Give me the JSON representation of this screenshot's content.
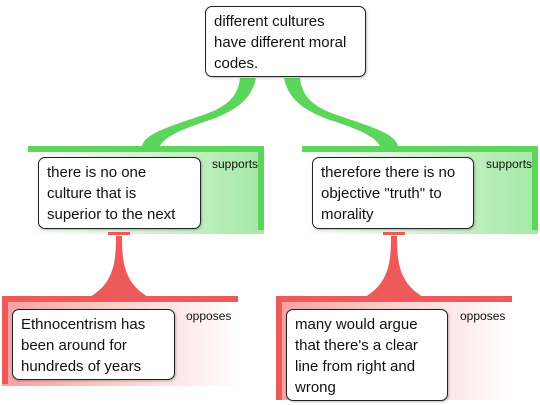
{
  "claim": {
    "text": "different cultures have different moral codes."
  },
  "premises": [
    {
      "text": "there is no one culture that is superior to the next",
      "relation": "supports"
    },
    {
      "text": "therefore there is no objective \"truth\" to morality",
      "relation": "supports"
    }
  ],
  "objections": [
    {
      "text": "Ethnocentrism has been around for hundreds of years",
      "relation": "opposes"
    },
    {
      "text": "many would argue that there's a clear line from right and wrong",
      "relation": "opposes"
    }
  ],
  "colors": {
    "support": "#5bd65b",
    "oppose": "#ee5a5a"
  }
}
